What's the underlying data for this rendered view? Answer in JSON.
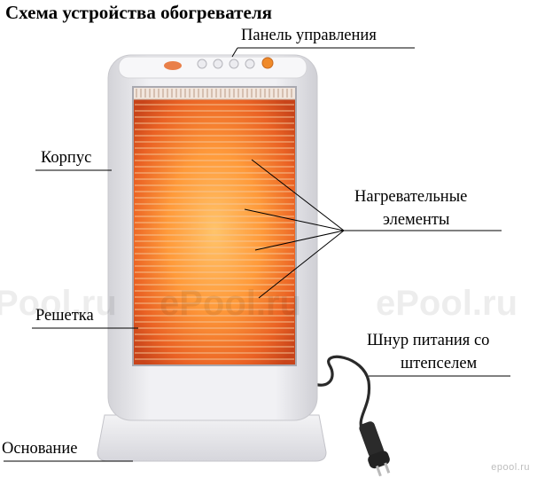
{
  "title": "Схема устройства обогревателя",
  "labels": {
    "control_panel": "Панель управления",
    "body": "Корпус",
    "heating_line1": "Нагревательные",
    "heating_line2": "элементы",
    "grille": "Решетка",
    "cord_line1": "Шнур питания со",
    "cord_line2": "штепселем",
    "base": "Основание"
  },
  "watermarks": [
    "Pool.ru",
    "ePool.ru",
    "ePool.ru"
  ],
  "brand_mark": "epool.ru",
  "colors": {
    "heater_body": "#e9e9ed",
    "glow_center": "#ffb24a",
    "glow_edge": "#d9471a",
    "grille_bar": "#c9a58a",
    "callout_line": "#000000"
  },
  "icons": [
    "control-knob-icon",
    "power-plug-icon"
  ]
}
